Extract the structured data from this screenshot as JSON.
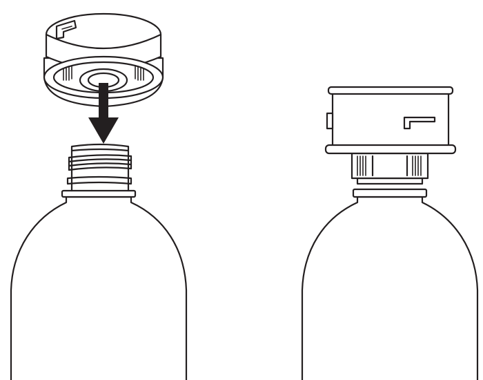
{
  "figure": {
    "panels": [
      {
        "id": "before",
        "parts": [
          "bottle",
          "bottle-neck-thread",
          "adapter-cap",
          "insert-arrow"
        ]
      },
      {
        "id": "after",
        "parts": [
          "bottle",
          "adapter-cap-attached"
        ]
      }
    ],
    "colors": {
      "line": "#231f20",
      "background": "#ffffff",
      "arrow": "#231f20"
    },
    "arrow_direction": "down"
  }
}
